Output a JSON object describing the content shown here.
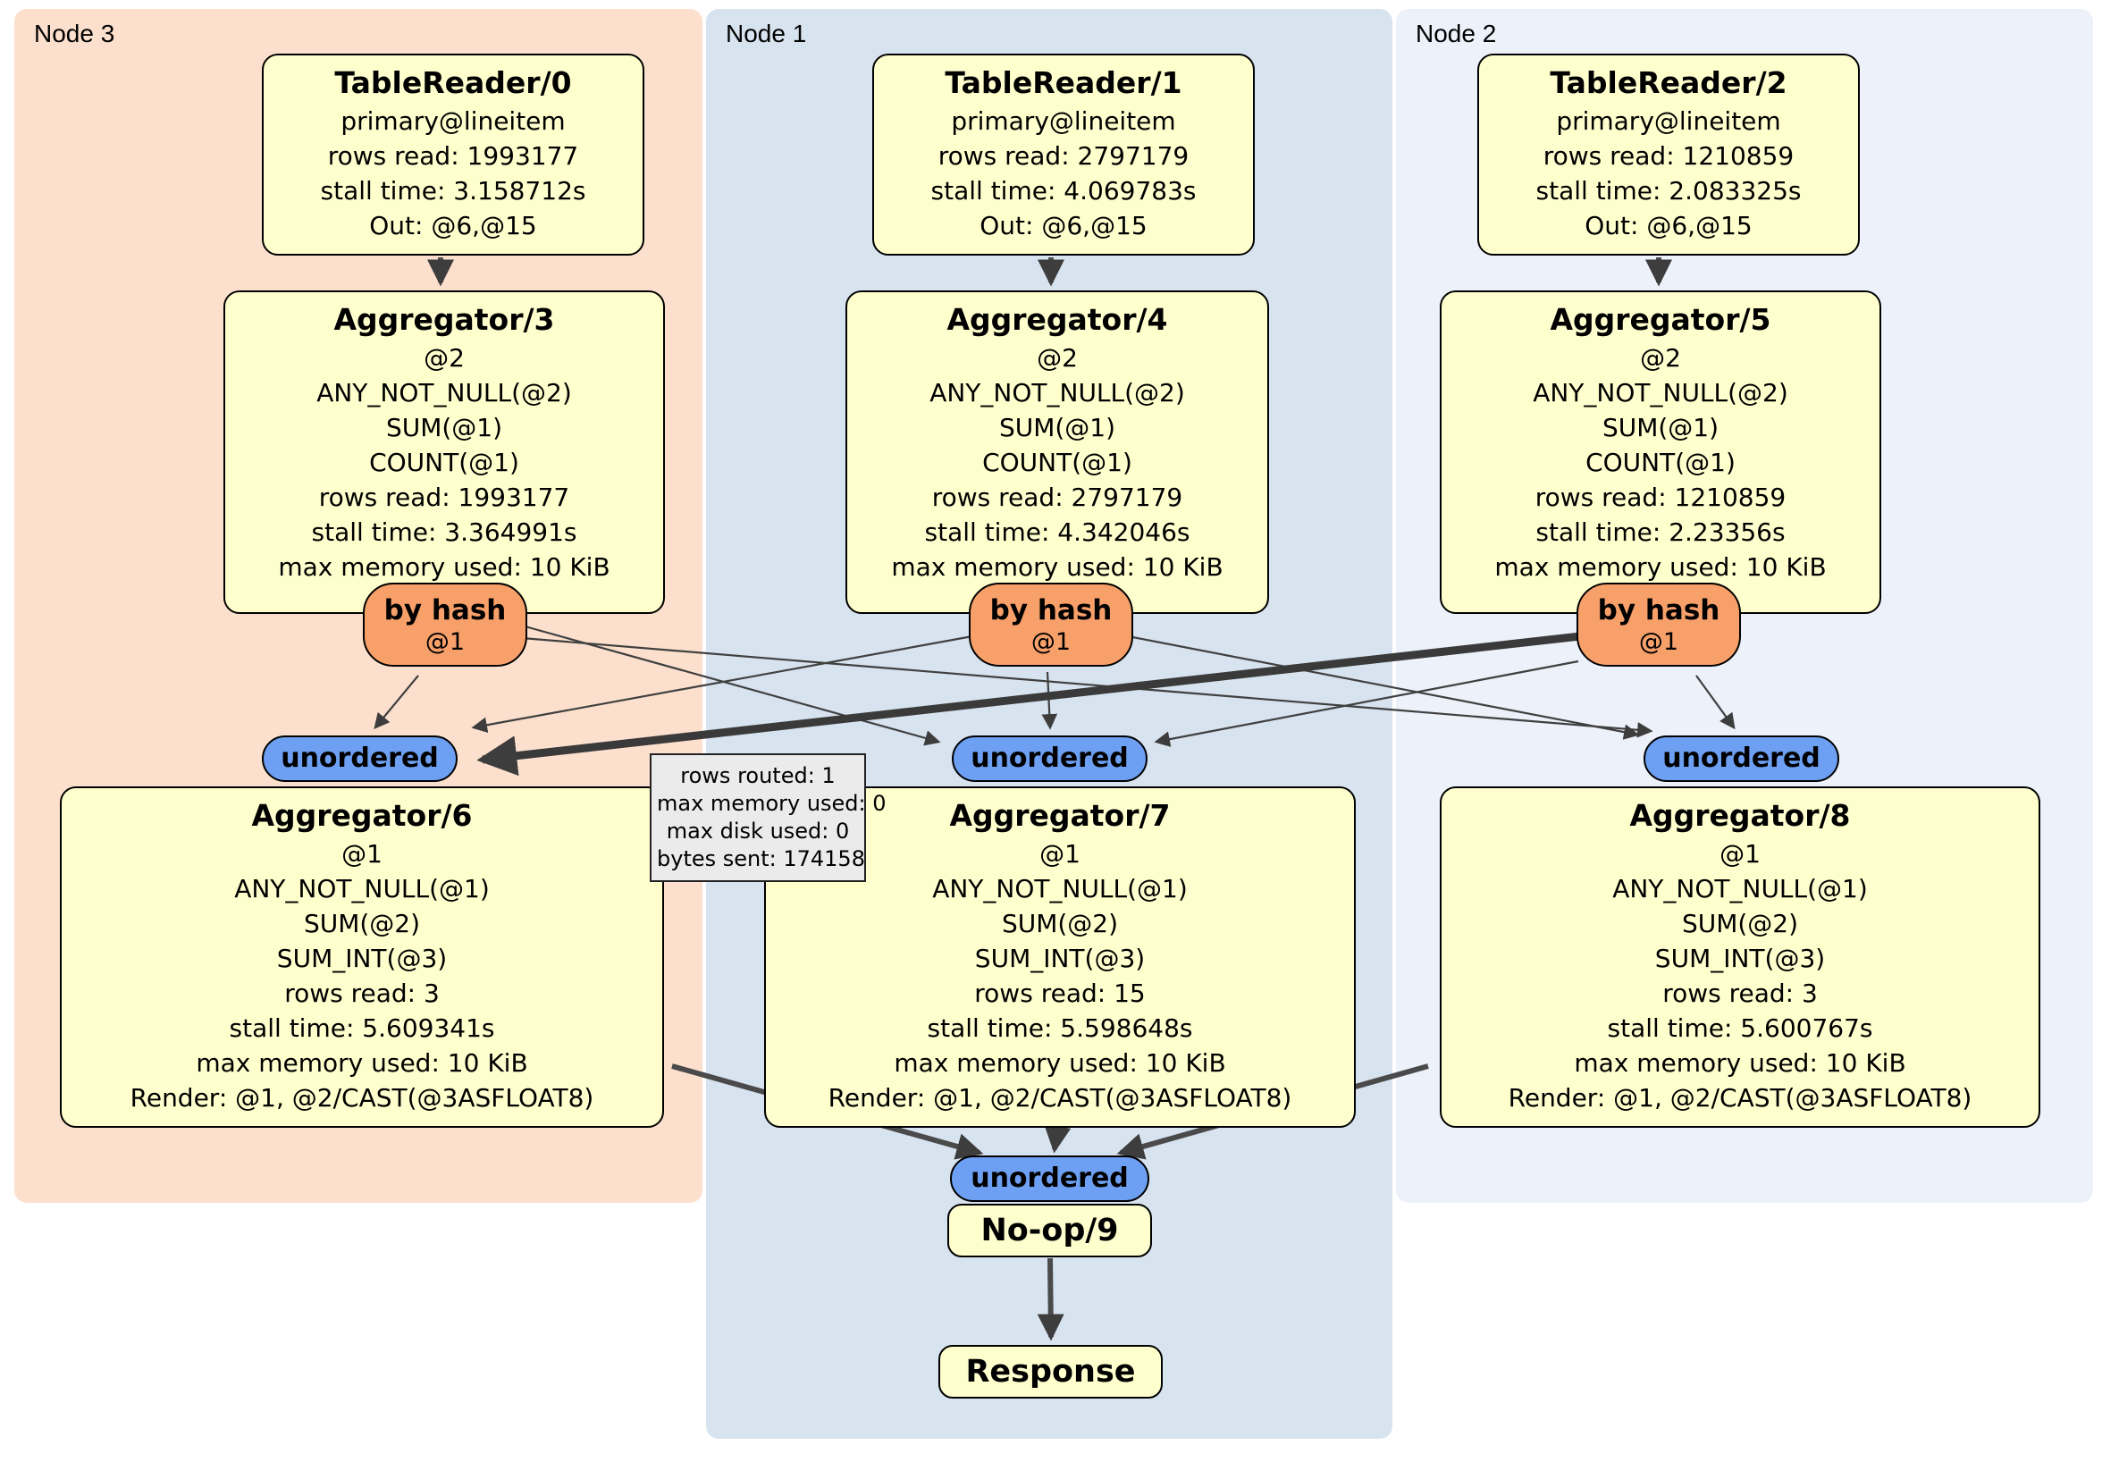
{
  "groups": {
    "node3": {
      "label": "Node 3"
    },
    "node1": {
      "label": "Node 1"
    },
    "node2": {
      "label": "Node 2"
    }
  },
  "processors": {
    "tr0": {
      "title": "TableReader/0",
      "lines": [
        "primary@lineitem",
        "rows read: 1993177",
        "stall time: 3.158712s",
        "Out: @6,@15"
      ]
    },
    "tr1": {
      "title": "TableReader/1",
      "lines": [
        "primary@lineitem",
        "rows read: 2797179",
        "stall time: 4.069783s",
        "Out: @6,@15"
      ]
    },
    "tr2": {
      "title": "TableReader/2",
      "lines": [
        "primary@lineitem",
        "rows read: 1210859",
        "stall time: 2.083325s",
        "Out: @6,@15"
      ]
    },
    "agg3": {
      "title": "Aggregator/3",
      "lines": [
        "@2",
        "ANY_NOT_NULL(@2)",
        "SUM(@1)",
        "COUNT(@1)",
        "rows read: 1993177",
        "stall time: 3.364991s",
        "max memory used: 10 KiB"
      ]
    },
    "agg4": {
      "title": "Aggregator/4",
      "lines": [
        "@2",
        "ANY_NOT_NULL(@2)",
        "SUM(@1)",
        "COUNT(@1)",
        "rows read: 2797179",
        "stall time: 4.342046s",
        "max memory used: 10 KiB"
      ]
    },
    "agg5": {
      "title": "Aggregator/5",
      "lines": [
        "@2",
        "ANY_NOT_NULL(@2)",
        "SUM(@1)",
        "COUNT(@1)",
        "rows read: 1210859",
        "stall time: 2.23356s",
        "max memory used: 10 KiB"
      ]
    },
    "agg6": {
      "title": "Aggregator/6",
      "lines": [
        "@1",
        "ANY_NOT_NULL(@1)",
        "SUM(@2)",
        "SUM_INT(@3)",
        "rows read: 3",
        "stall time: 5.609341s",
        "max memory used: 10 KiB",
        "Render: @1, @2/CAST(@3ASFLOAT8)"
      ]
    },
    "agg7": {
      "title": "Aggregator/7",
      "lines": [
        "@1",
        "ANY_NOT_NULL(@1)",
        "SUM(@2)",
        "SUM_INT(@3)",
        "rows read: 15",
        "stall time: 5.598648s",
        "max memory used: 10 KiB",
        "Render: @1, @2/CAST(@3ASFLOAT8)"
      ]
    },
    "agg8": {
      "title": "Aggregator/8",
      "lines": [
        "@1",
        "ANY_NOT_NULL(@1)",
        "SUM(@2)",
        "SUM_INT(@3)",
        "rows read: 3",
        "stall time: 5.600767s",
        "max memory used: 10 KiB",
        "Render: @1, @2/CAST(@3ASFLOAT8)"
      ]
    },
    "noop": {
      "title": "No-op/9"
    },
    "response": {
      "title": "Response"
    }
  },
  "router": {
    "label": "by hash",
    "key": "@1"
  },
  "stream": {
    "unordered_label": "unordered"
  },
  "tooltip": {
    "lines": [
      "rows routed: 1",
      "max memory used: 0",
      "max disk used: 0",
      "bytes sent: 174158"
    ]
  },
  "colors": {
    "node3_bg": "#fce0cd",
    "node1_bg": "#d7e3ef",
    "node2_bg": "#ecf1fa",
    "processor_bg": "#ffffce",
    "router_bg": "#f8a06a",
    "stream_bg": "#6d9ff2",
    "edge": "#3d3d3d",
    "tooltip_bg": "#ebebeb"
  }
}
